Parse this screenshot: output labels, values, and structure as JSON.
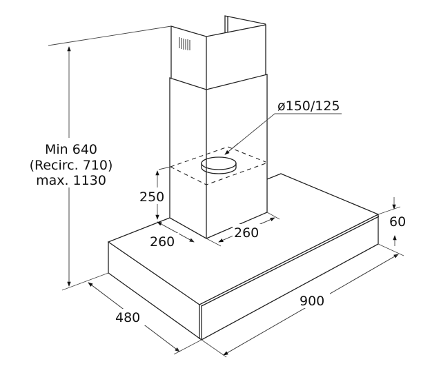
{
  "title": "Cooker hood dimensions",
  "dimensions": {
    "height_line1": "Min 640",
    "height_line2": "(Recirc. 710)",
    "height_line3": "max. 1130",
    "duct": "ø150/125",
    "chimney_offset": "250",
    "chimney_depth": "260",
    "chimney_width": "260",
    "hood_thickness": "60",
    "hood_width": "900",
    "hood_depth": "480"
  }
}
